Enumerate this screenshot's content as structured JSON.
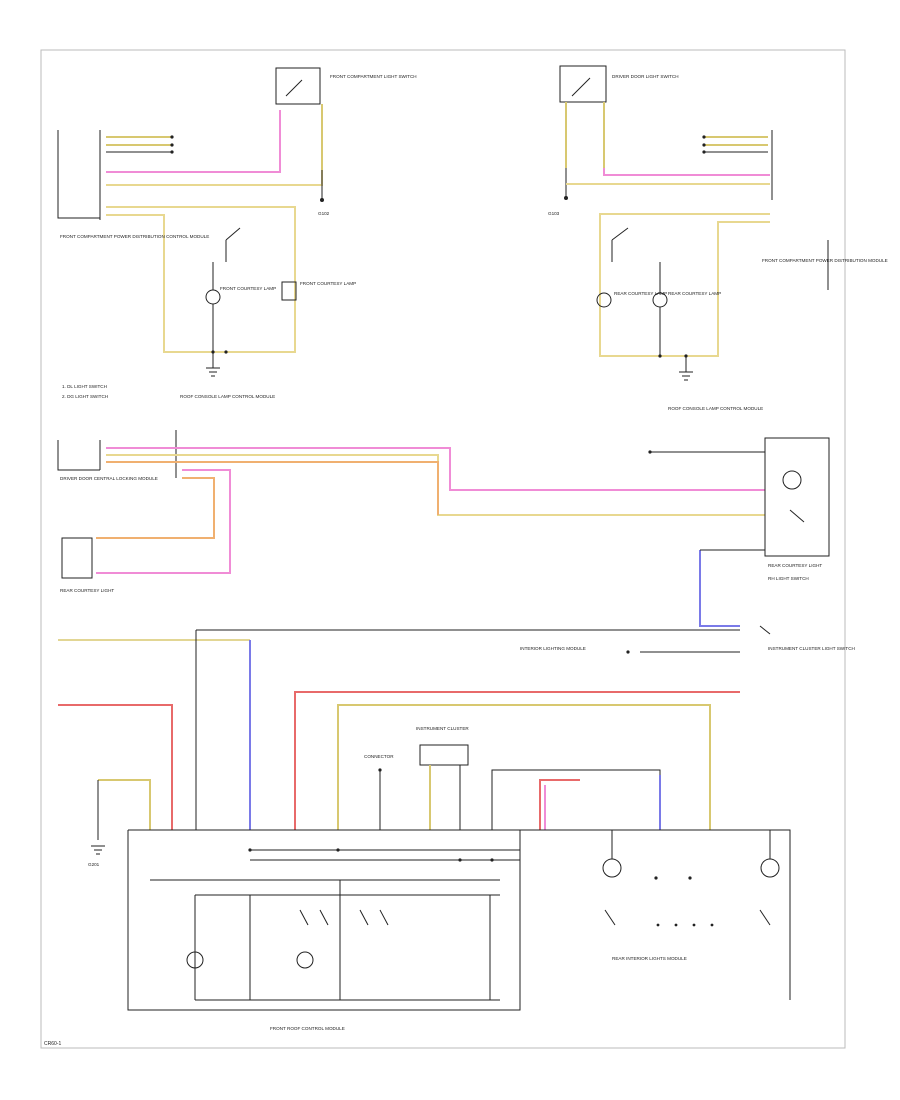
{
  "title": "",
  "colors": {
    "pink": "#f08cd6",
    "yellow": "#e8d890",
    "orange": "#f0b070",
    "red": "#e86a6a",
    "blue": "#7a7ae8",
    "olive": "#d8c870",
    "black": "#222222",
    "gray": "#9a9a9a"
  },
  "components": {
    "front_left_switch": "FRONT COMPARTMENT LIGHT SWITCH",
    "front_right_switch": "DRIVER DOOR LIGHT SWITCH",
    "left_module": "FRONT COMPARTMENT POWER DISTRIBUTION CONTROL MODULE",
    "right_module": "FRONT COMPARTMENT POWER DISTRIBUTION MODULE",
    "left_lamp_a": "FRONT COURTESY LAMP",
    "left_lamp_b": "FRONT COURTESY LAMP",
    "right_lamp_a": "REAR COURTESY LAMP",
    "right_lamp_b": "REAR COURTESY LAMP",
    "left_ground": "G102",
    "right_ground": "G103",
    "left_roof_module": "ROOF CONSOLE LAMP CONTROL MODULE",
    "right_roof_module": "ROOF CONSOLE LAMP CONTROL MODULE",
    "notes": [
      "1. DL LIGHT SWITCH",
      "2. DG LIGHT SWITCH"
    ],
    "left_door_switch": "DRIVER DOOR CENTRAL LOCKING MODULE",
    "left_courtesy": "REAR COURTESY LIGHT",
    "right_courtesy": "REAR COURTESY LIGHT",
    "right_switch": "RH LIGHT SWITCH",
    "central_module": "INTERIOR LIGHTING MODULE",
    "glove_switch": "INSTRUMENT CLUSTER LIGHT SWITCH",
    "bottom_module": "FRONT ROOF CONTROL MODULE",
    "bottom_right_module": "REAR INTERIOR LIGHTS MODULE",
    "splice_a": "CONNECTOR",
    "splice_b": "INSTRUMENT CLUSTER",
    "ground_bottom": "G201"
  },
  "footer": "CR60-1"
}
